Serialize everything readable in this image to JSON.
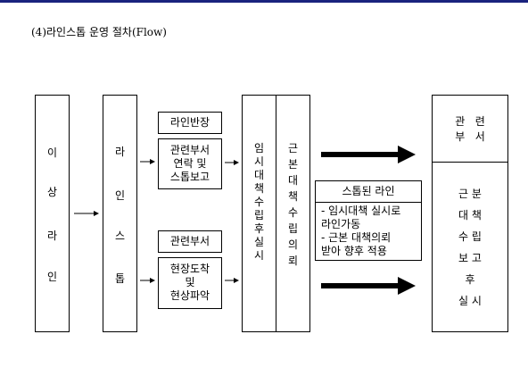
{
  "title": "(4)라인스톱 운영 절차(Flow)",
  "nodes": {
    "abnormal_line": [
      "이",
      "상",
      "라",
      "인"
    ],
    "line_stop": [
      "라",
      "인",
      "스",
      "톱"
    ],
    "line_leader": "라인반장",
    "notify": [
      "관련부서",
      "연락 및",
      "스톱보고"
    ],
    "related_dept_label": "관련부서",
    "onsite": [
      "현장도착",
      "및",
      "현상파악"
    ],
    "temp_measure": [
      "임",
      "시",
      "대",
      "책",
      "수",
      "립",
      "후",
      "실",
      "시"
    ],
    "root_cause": [
      "근",
      "본",
      "대",
      "책",
      "수",
      "립",
      "의",
      "뢰"
    ],
    "stopped_line_title": "스톱된 라인",
    "stopped_line_items": [
      "- 임시대책  실시로",
      "  라인가동",
      "- 근본 대책의뢰",
      "  받아 향후 적용"
    ],
    "dept_header": [
      "관   련",
      "부   서"
    ],
    "dept_action": [
      "근 분",
      "대 책",
      "수 립",
      "보 고",
      "후",
      "실 시"
    ]
  }
}
